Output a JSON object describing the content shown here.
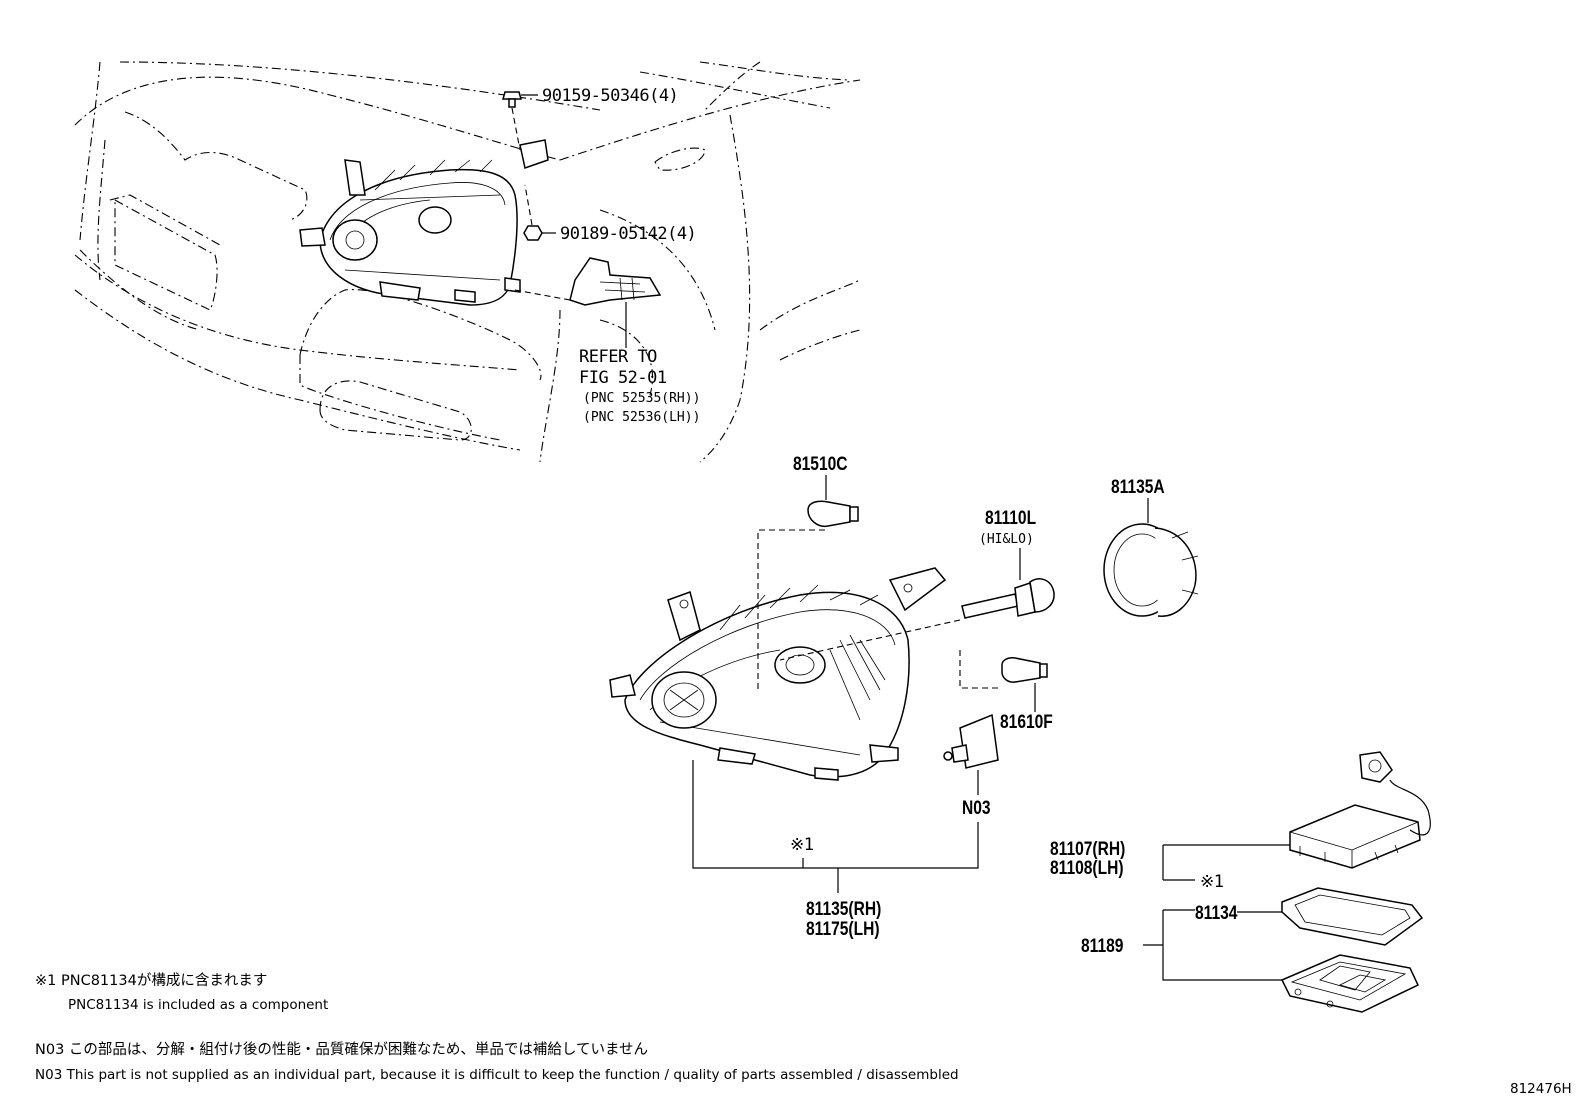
{
  "labels": {
    "bolt": "90159-50346(4)",
    "nut": "90189-05142(4)",
    "refer1": "REFER TO",
    "refer2": "FIG 52-01",
    "refer3": "(PNC 52535(RH))",
    "refer4": "(PNC 52536(LH))",
    "p81510c": "81510C",
    "p81110l": "81110L",
    "p81110l_sub": "(HI&LO)",
    "p81135a": "81135A",
    "p81610f": "81610F",
    "n03": "N03",
    "mark1": "※1",
    "p81135rh": "81135(RH)",
    "p81175lh": "81175(LH)",
    "p81107rh": "81107(RH)",
    "p81108lh": "81108(LH)",
    "mark1b": "※1",
    "p81134": "81134",
    "p81189": "81189"
  },
  "notes": {
    "n1_jp": "※1 PNC81134が構成に含まれます",
    "n1_en": "PNC81134 is included as a component",
    "n2_jp": "N03 この部品は、分解・組付け後の性能・品質確保が困難なため、単品では補給していません",
    "n2_en": "N03 This part is not supplied as an individual part, because it is difficult to keep the function / quality of parts assembled / disassembled"
  },
  "figure_id": "812476H"
}
